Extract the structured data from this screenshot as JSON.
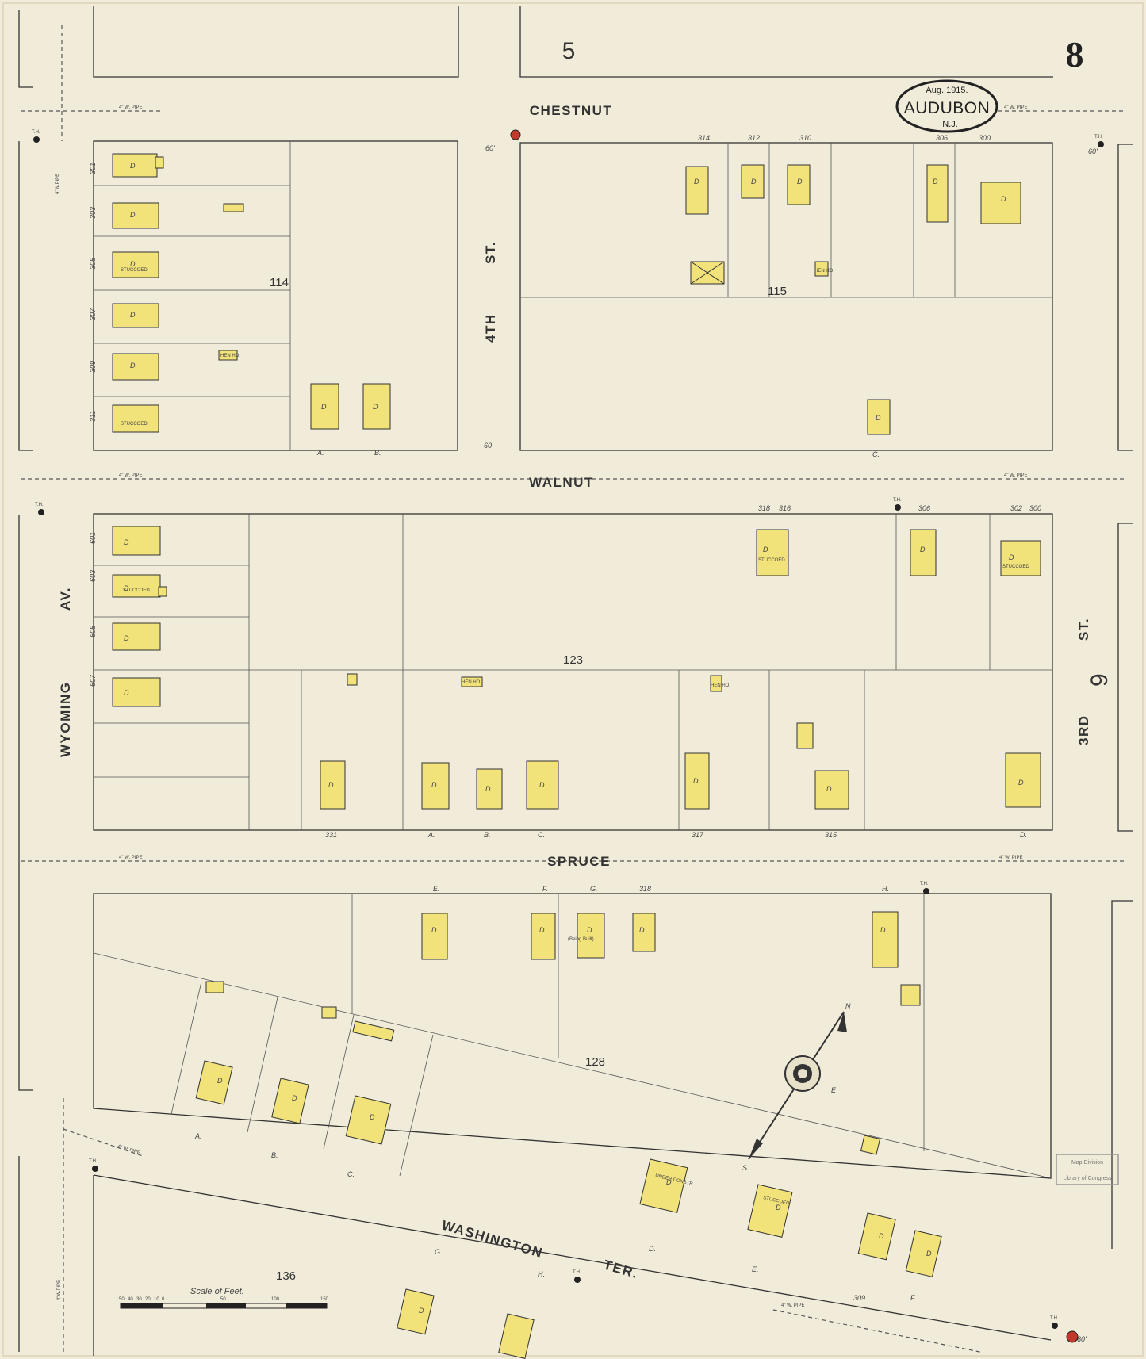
{
  "sheet": {
    "number": "8",
    "adjacent_sheets": [
      "5",
      "9"
    ],
    "title": {
      "date": "Aug. 1915.",
      "city": "AUDUBON",
      "state": "N.J."
    },
    "stamp": [
      "Map Division",
      "Library of Congress"
    ]
  },
  "streets": {
    "chestnut": "CHESTNUT",
    "walnut": "WALNUT",
    "spruce": "SPRUCE",
    "washington": [
      "WASHINGTON",
      "TER."
    ],
    "wyoming": [
      "WYOMING",
      "AV."
    ],
    "fourth": [
      "4TH",
      "ST."
    ],
    "third": [
      "3RD",
      "ST."
    ]
  },
  "blocks": [
    "114",
    "115",
    "123",
    "128",
    "136"
  ],
  "pipes": {
    "horizontal": "4\" W. PIPE",
    "vertical": "4\"W.PIPE"
  },
  "widths": [
    "60'",
    "60'",
    "60'",
    "60'"
  ],
  "hydrant": "T.H.",
  "house_numbers": {
    "wyoming_114": [
      "301",
      "303",
      "305",
      "307",
      "309",
      "311"
    ],
    "chestnut_115": [
      "314",
      "312",
      "310",
      "306",
      "300"
    ],
    "wyoming_123": [
      "601",
      "603",
      "605",
      "607"
    ],
    "walnut_123": [
      "318",
      "316",
      "306",
      "302",
      "300"
    ],
    "spruce_128": [
      "318"
    ],
    "spruce_123": [
      "331",
      "317",
      "315"
    ],
    "washington": [
      "309"
    ]
  },
  "lot_letters": {
    "b114": [
      "A.",
      "B."
    ],
    "b115": [
      "C."
    ],
    "b123": [
      "A.",
      "B.",
      "C.",
      "D."
    ],
    "b128_top": [
      "E.",
      "F.",
      "G.",
      "H."
    ],
    "b128_bottom": [
      "A.",
      "B.",
      "C."
    ],
    "washington": [
      "D.",
      "E.",
      "F.",
      "G.",
      "H."
    ]
  },
  "building_label": "D",
  "notes": {
    "stucco": "STUCCOED",
    "building": "(Being Built)",
    "under_constr": "UNDER CONSTR.",
    "hen": "HEN HO."
  },
  "scale": {
    "title": "Scale of Feet.",
    "ticks": [
      "50",
      "40",
      "30",
      "20",
      "10",
      "0",
      "50",
      "100",
      "150"
    ]
  },
  "compass": {
    "n": "N",
    "s": "S",
    "e": "E"
  }
}
